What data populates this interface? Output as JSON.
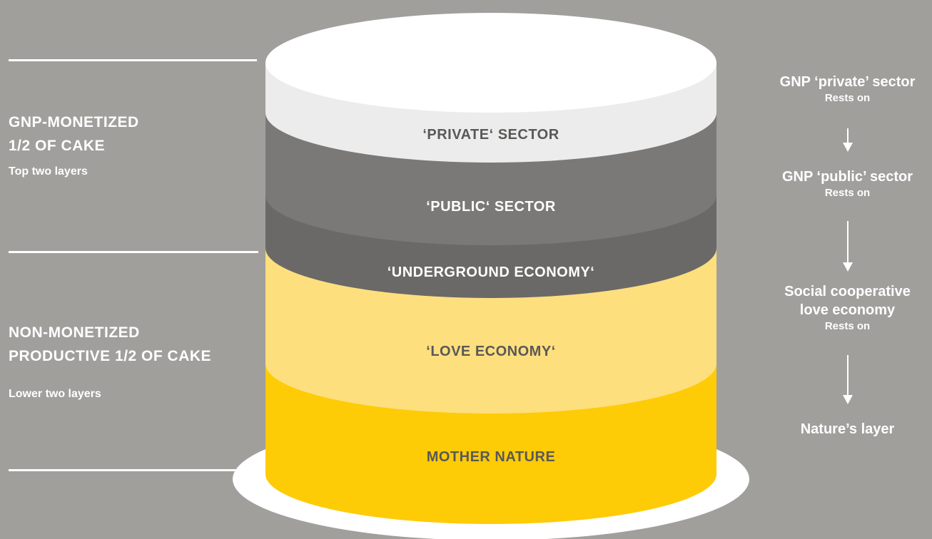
{
  "colors": {
    "background": "#a19f9c",
    "plate": "#ffffff",
    "private_layer": "#ececec",
    "public_layer": "#7a7978",
    "underground_layer": "#6a6968",
    "love_layer": "#fedf7e",
    "nature_layer": "#fecb07",
    "label_light": "#ffffff",
    "label_dark": "#5a5856"
  },
  "cake": {
    "layers": [
      {
        "label": "‘PRIVATE‘ SECTOR"
      },
      {
        "label": "‘PUBLIC‘ SECTOR"
      },
      {
        "label": "‘UNDERGROUND ECONOMY‘"
      },
      {
        "label": "‘LOVE ECONOMY‘"
      },
      {
        "label": "MOTHER NATURE"
      }
    ]
  },
  "left": {
    "top_group": {
      "heading_line1": "GNP-MONETIZED",
      "heading_line2": "1/2 OF CAKE",
      "subtitle": "Top two layers"
    },
    "bottom_group": {
      "heading_line1": "NON-MONETIZED",
      "heading_line2": "PRODUCTIVE 1/2 OF CAKE",
      "subtitle": "Lower two layers"
    }
  },
  "right": {
    "steps": [
      {
        "title_line1": "GNP ‘private’ sector",
        "title_line2": "",
        "rests": "Rests on"
      },
      {
        "title_line1": "GNP ‘public’ sector",
        "title_line2": "",
        "rests": "Rests on"
      },
      {
        "title_line1": "Social cooperative",
        "title_line2": "love economy",
        "rests": "Rests on"
      },
      {
        "title_line1": "Nature’s layer",
        "title_line2": "",
        "rests": ""
      }
    ]
  }
}
